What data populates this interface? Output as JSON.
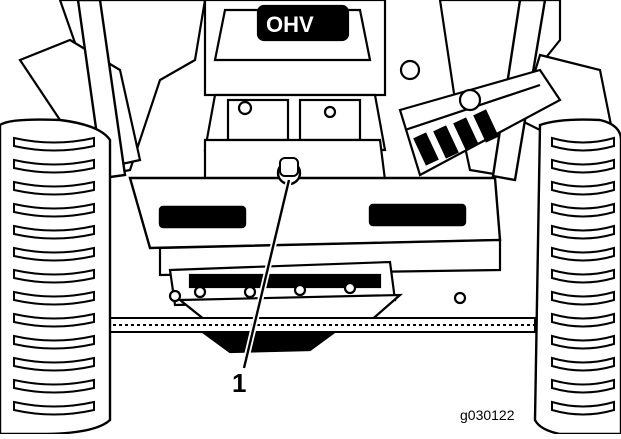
{
  "figure": {
    "engine_label": "OHV",
    "callout_number": "1",
    "figure_id": "g030122"
  }
}
